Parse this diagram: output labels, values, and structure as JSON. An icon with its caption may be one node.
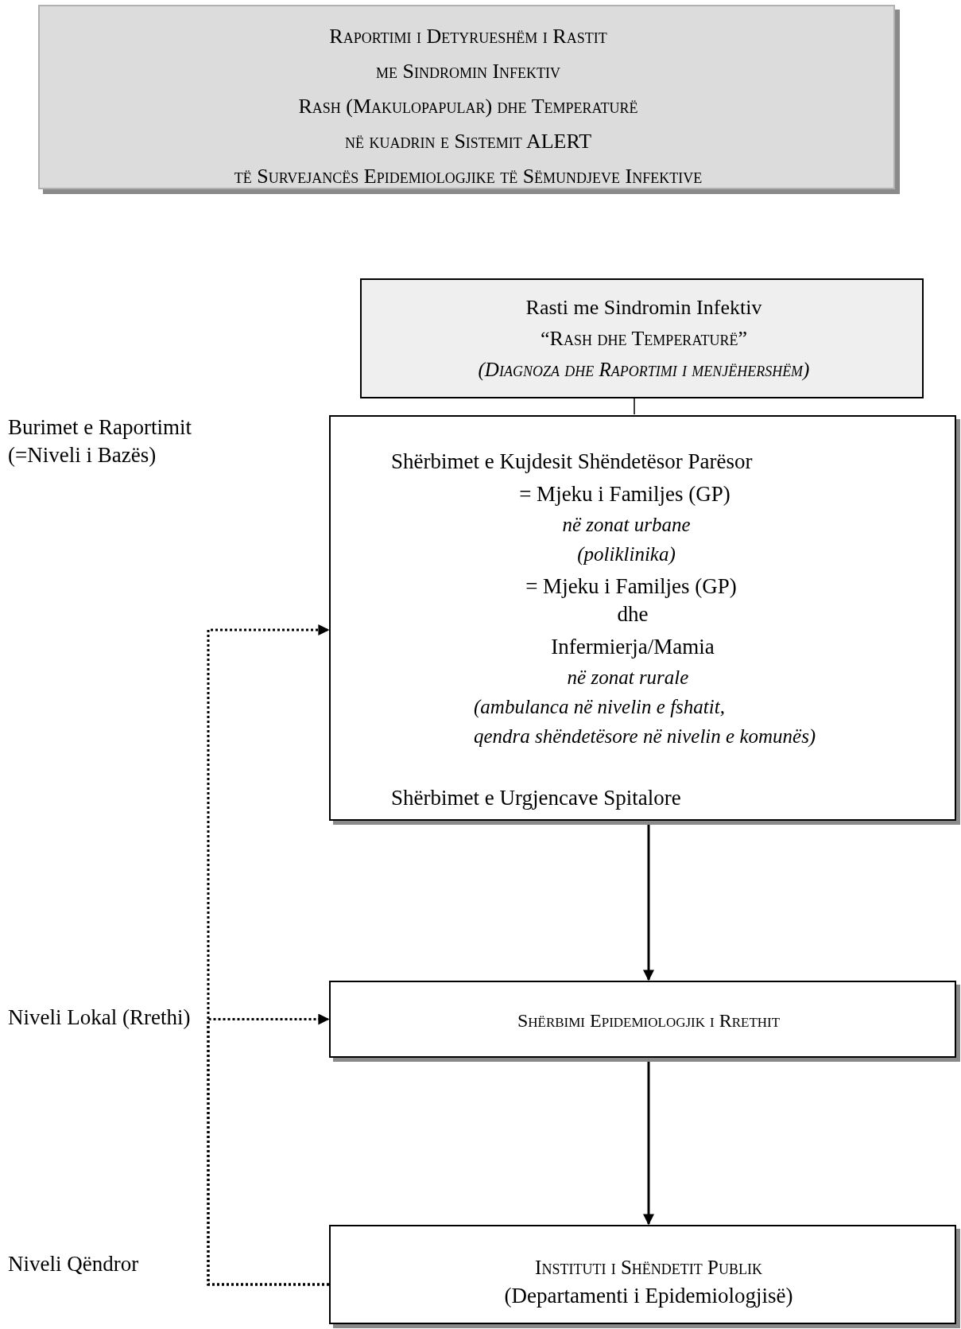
{
  "diagram": {
    "nodes": [
      {
        "text": [
          "Raportimi i Detyrueshëm i Rastit",
          "me Sindromin Infektiv",
          "Rash (Makulopapular) dhe Temperaturë",
          "në kuadrin e Sistemit ALERT",
          "të Survejancës Epidemiologjike të Sëmundjeve Infektive"
        ]
      },
      {
        "text": [
          "Rasti me Sindromin Infektiv",
          "“Rash dhe Temperaturë”",
          "(Diagnoza dhe Raportimi i menjëhershëm)"
        ]
      },
      {
        "text": [
          "Shërbimet e Kujdesit Shëndetësor Parësor",
          "= Mjeku i Familjes (GP)",
          "në zonat urbane",
          "(poliklinika)",
          "= Mjeku i Familjes (GP)",
          "dhe",
          "Infermierja/Mamia",
          "në zonat rurale",
          "(ambulanca në nivelin e fshatit,",
          "qendra shëndetësore në nivelin e komunës)",
          "Shërbimet e Urgjencave Spitalore"
        ]
      },
      {
        "text": [
          "Shërbimi Epidemiologjik i Rrethit"
        ]
      },
      {
        "text": [
          "Instituti i Shëndetit Publik",
          "(Departamenti i Epidemiologjisë)"
        ]
      }
    ],
    "edges": [
      {
        "from": 1,
        "to": 2,
        "arrow": "none"
      },
      {
        "from": 2,
        "to": 3,
        "arrow": "to"
      },
      {
        "from": 3,
        "to": 4,
        "arrow": "to"
      },
      {
        "from": 4,
        "to": 2,
        "arrow": "to",
        "style": "dashed"
      },
      {
        "from": 4,
        "to": 3,
        "arrow": "to",
        "style": "dashed"
      }
    ],
    "labels": [
      "Burimet e Raportimit (=Niveli i Bazës)",
      "Niveli Lokal (Rrethi)",
      "Niveli Qëndror"
    ]
  }
}
